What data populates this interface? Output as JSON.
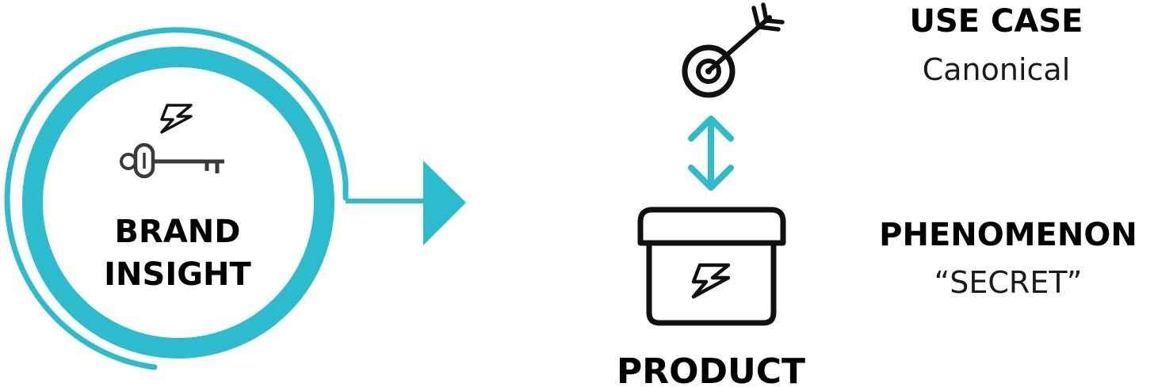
{
  "brand_insight": {
    "line1": "BRAND",
    "line2": "INSIGHT"
  },
  "use_case": {
    "title": "USE CASE",
    "subtitle": "Canonical"
  },
  "phenomenon": {
    "title": "PHENOMENON",
    "subtitle": "“SECRET”"
  },
  "product": {
    "label": "PRODUCT"
  },
  "colors": {
    "accent": "#2bbccd",
    "ink": "#111111",
    "key_gray": "#3a3a3a"
  },
  "icons": {
    "brand": "key-icon",
    "spark": "lightning-icon",
    "use_case": "target-arrow-icon",
    "product": "box-icon",
    "relation": "double-arrow-icon"
  }
}
